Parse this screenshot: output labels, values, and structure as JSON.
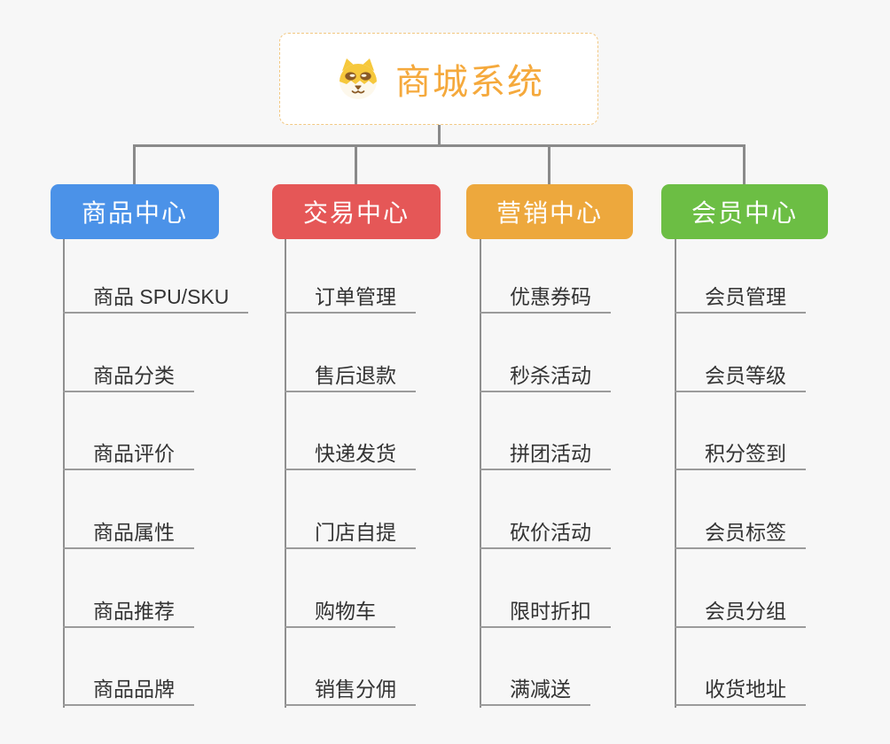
{
  "root": {
    "title": "商城系统",
    "icon": "dog-icon"
  },
  "branches": [
    {
      "label": "商品中心",
      "color": "#4b92e8",
      "items": [
        "商品 SPU/SKU",
        "商品分类",
        "商品评价",
        "商品属性",
        "商品推荐",
        "商品品牌"
      ]
    },
    {
      "label": "交易中心",
      "color": "#e55757",
      "items": [
        "订单管理",
        "售后退款",
        "快递发货",
        "门店自提",
        "购物车",
        "销售分佣"
      ]
    },
    {
      "label": "营销中心",
      "color": "#eda83d",
      "items": [
        "优惠券码",
        "秒杀活动",
        "拼团活动",
        "砍价活动",
        "限时折扣",
        "满减送"
      ]
    },
    {
      "label": "会员中心",
      "color": "#6cbe44",
      "items": [
        "会员管理",
        "会员等级",
        "积分签到",
        "会员标签",
        "会员分组",
        "收货地址"
      ]
    }
  ],
  "style": {
    "background": "#f7f7f7",
    "connector_color": "#8a8a8a",
    "underline_color": "#9b9b9b",
    "item_text_color": "#333333",
    "root_title_color": "#f5a93c",
    "root_border_color": "#f2c882"
  }
}
